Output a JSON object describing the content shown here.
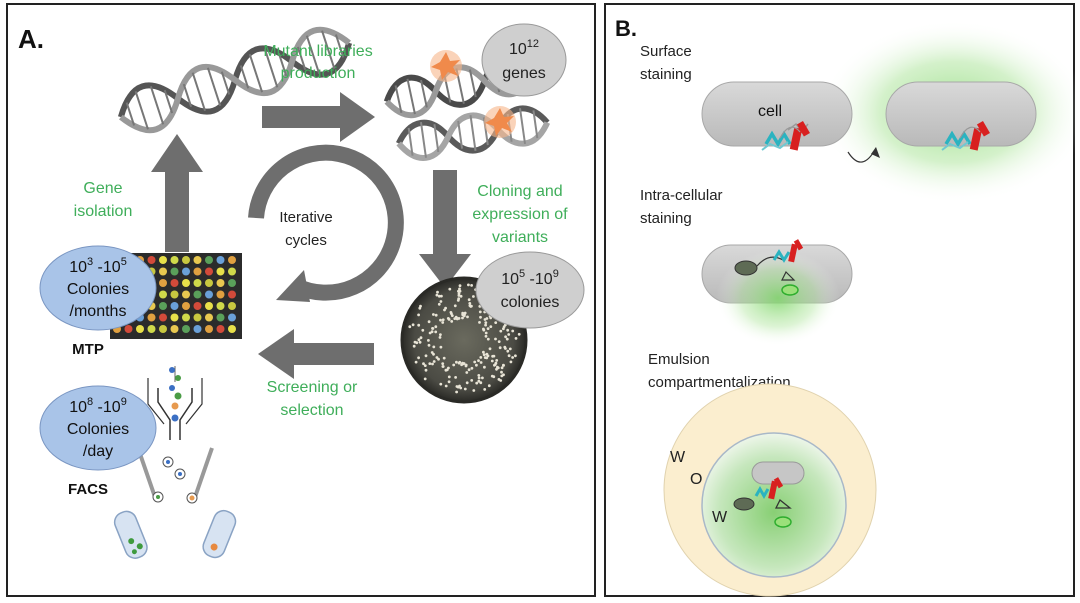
{
  "panel_a": {
    "label": "A.",
    "mutant_line1": "Mutant libraries",
    "mutant_line2": "production",
    "genes_line1_base": "10",
    "genes_line1_exp": "12",
    "genes_line2": "genes",
    "gene_iso_line1": "Gene",
    "gene_iso_line2": "isolation",
    "cloning_line1": "Cloning and",
    "cloning_line2": "expression of",
    "cloning_line3": "variants",
    "iter_line1": "Iterative",
    "iter_line2": "cycles",
    "mtp_bubble": {
      "a_base": "10",
      "a_exp": "3",
      "sep": " -",
      "b_base": "10",
      "b_exp": "5",
      "line2": "Colonies",
      "line3": "/months"
    },
    "mtp_label": "MTP",
    "colonies_bubble": {
      "a_base": "10",
      "a_exp": "5",
      "sep": " -",
      "b_base": "10",
      "b_exp": "9",
      "line2": "colonies"
    },
    "screening_line1": "Screening or",
    "screening_line2": "selection",
    "facs_bubble": {
      "a_base": "10",
      "a_exp": "8",
      "sep": " -",
      "b_base": "10",
      "b_exp": "9",
      "line2": "Colonies",
      "line3": "/day"
    },
    "facs_label": "FACS"
  },
  "panel_b": {
    "label": "B.",
    "surface_line1": "Surface",
    "surface_line2": "staining",
    "cell_label": "cell",
    "intra_line1": "Intra-cellular",
    "intra_line2": "staining",
    "emulsion_line1": "Emulsion",
    "emulsion_line2": "compartmentalization",
    "w_outer": "W",
    "o_label": "O",
    "w_inner": "W"
  },
  "colors": {
    "green_text": "#3fae5a",
    "bubble_blue": "#a9c4e8",
    "bubble_grey": "#cfcfcf",
    "arrow_grey": "#6e6e6e",
    "cell_grey": "#c8c8c8",
    "glow_green": "#7fd66a",
    "oil_yellow": "#fbeecf"
  }
}
